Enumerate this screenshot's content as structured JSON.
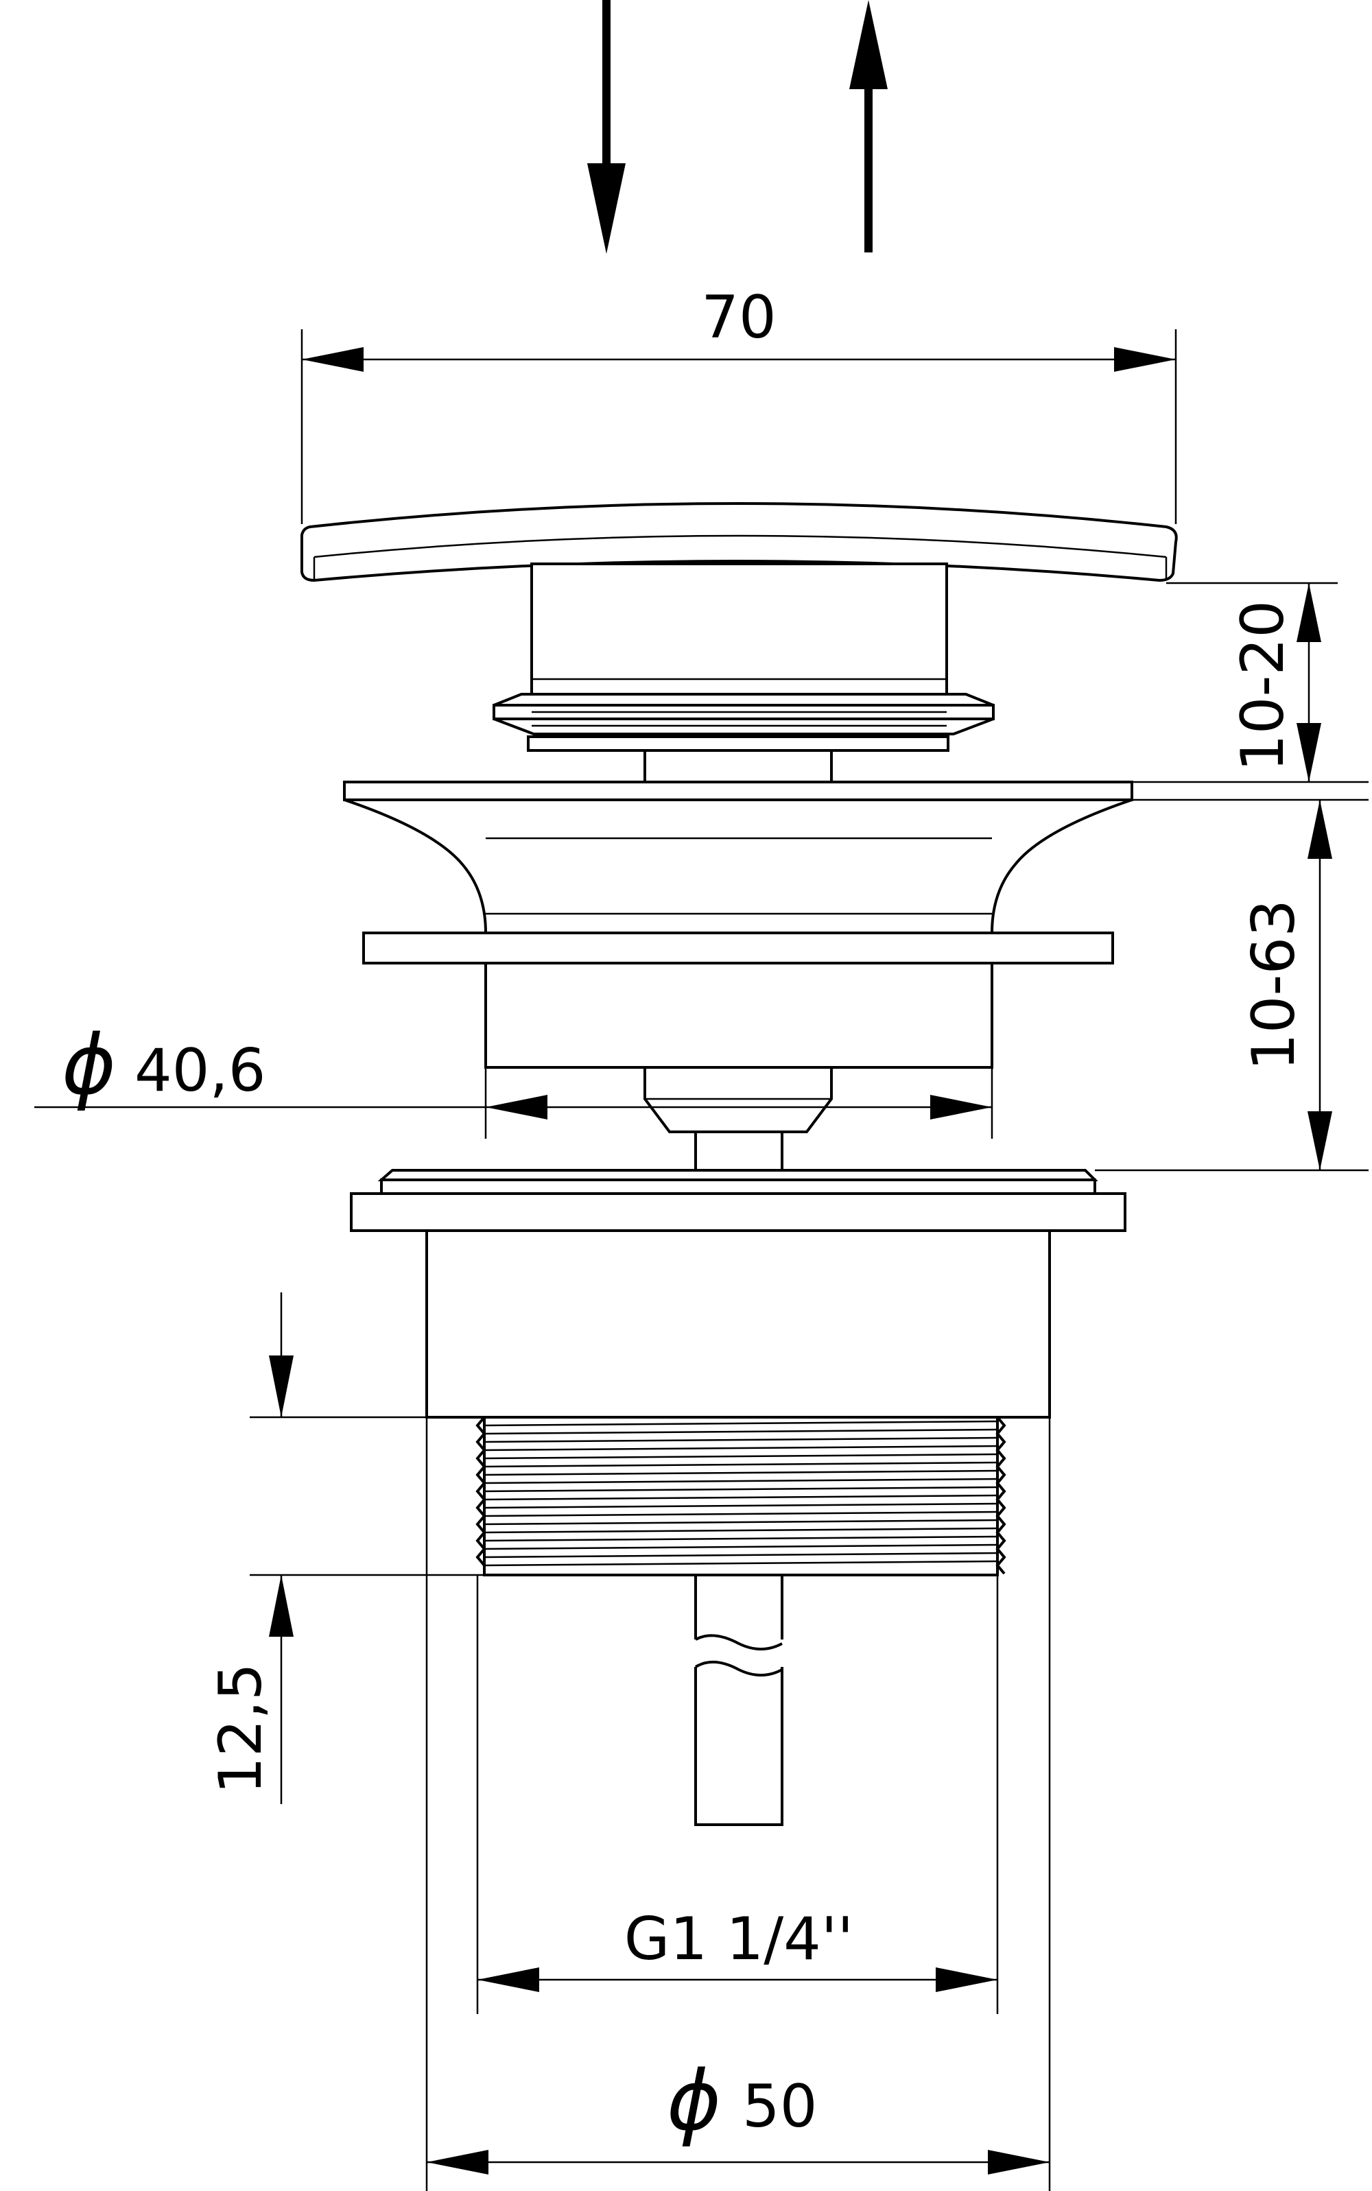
{
  "labels": {
    "width_top": "70",
    "range_upper": "10-20",
    "range_lower": "10-63",
    "diameter_inner_symbol": "ϕ",
    "diameter_inner": "40,6",
    "thread_length": "12,5",
    "thread": "G1 1/4''",
    "diameter_outer_symbol": "ϕ",
    "diameter_outer": "50"
  }
}
